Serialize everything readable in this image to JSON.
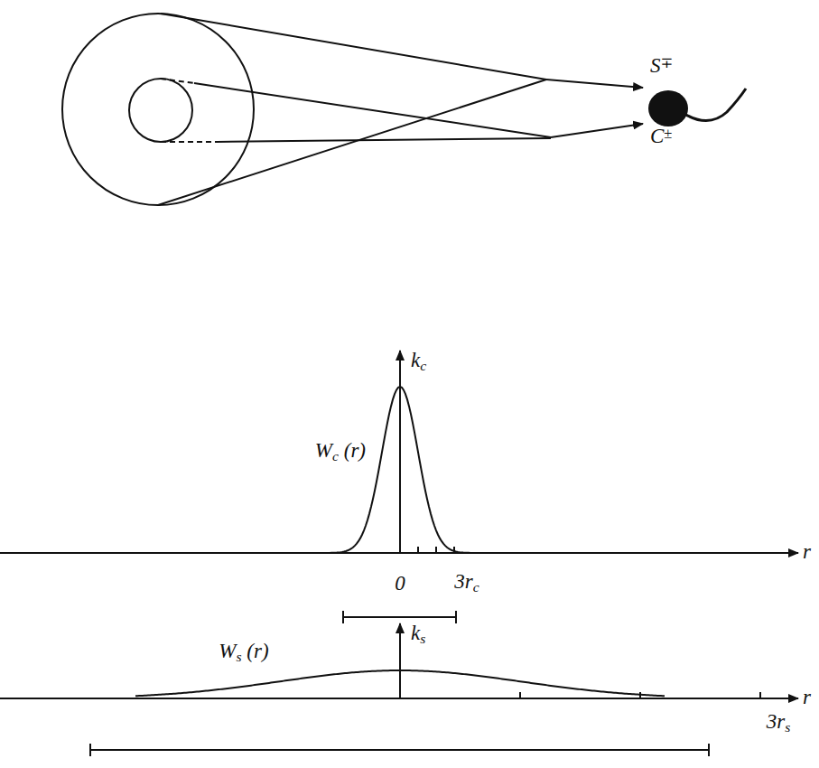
{
  "diagram": {
    "labels": [
      "S∓",
      "C±",
      "kc",
      "Wc (r)",
      "r",
      "0",
      "3rc",
      "ks",
      "Ws (r)",
      "r",
      "3rs"
    ]
  }
}
